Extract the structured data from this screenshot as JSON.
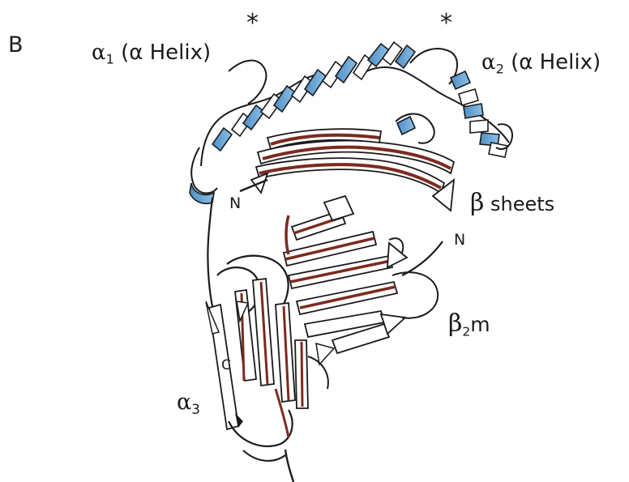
{
  "figure": {
    "panel_label": "B",
    "colors": {
      "helix": "#5b9bd0",
      "sheet": "#7d2a1f",
      "outline": "#1a1a1a",
      "ribbon_fill": "#ffffff"
    }
  },
  "labels": {
    "alpha1": {
      "greek": "α",
      "sub": "1",
      "rest": "(α Helix)"
    },
    "alpha2": {
      "greek": "α",
      "sub": "2",
      "rest": "(α Helix)"
    },
    "beta_sheets": {
      "greek": "β",
      "rest": "sheets"
    },
    "beta2m": {
      "greek": "β",
      "sub": "2",
      "rest": "m"
    },
    "alpha3": {
      "greek": "α",
      "sub": "3"
    },
    "n_terminus_1": "N",
    "n_terminus_2": "N",
    "c_terminus": "C",
    "star_1": "*",
    "star_2": "*"
  }
}
